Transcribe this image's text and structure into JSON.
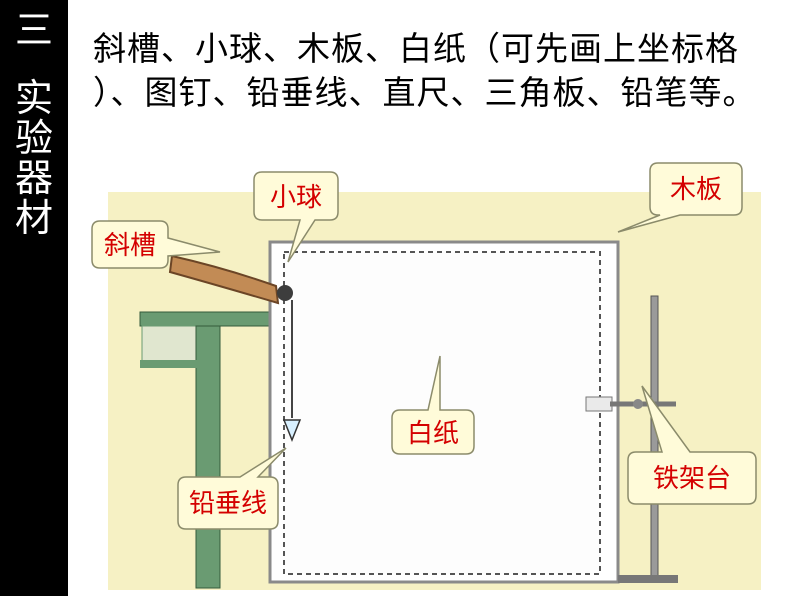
{
  "section": {
    "number": "三",
    "title": "实验器材",
    "title_chars": [
      "实",
      "验",
      "器",
      "材"
    ]
  },
  "intro": {
    "line1": "斜槽、小球、木板、白纸（可先画上坐标格",
    "line2": "）、图钉、铅垂线、直尺、三角板、铅笔等。"
  },
  "diagram": {
    "labels": {
      "ball": "小球",
      "chute": "斜槽",
      "board": "木板",
      "paper": "白纸",
      "plumb": "铅垂线",
      "stand": "铁架台"
    }
  },
  "colors": {
    "label_text": "#d40000",
    "callout_fill": "#fffbd9",
    "figure_bg": "#f6f1c4",
    "table": "#6a9b72",
    "chute": "#c28b55"
  }
}
